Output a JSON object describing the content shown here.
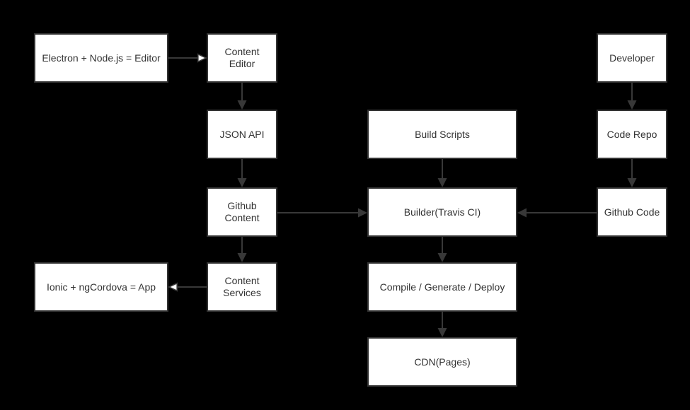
{
  "diagram": {
    "colors": {
      "background": "#000000",
      "node_fill": "#ffffff",
      "node_border": "#333333",
      "node_text": "#333333",
      "edge": "#383838"
    },
    "nodes": {
      "electron_editor": {
        "label": "Electron + Node.js = Editor"
      },
      "content_editor": {
        "label": "Content Editor"
      },
      "json_api": {
        "label": "JSON API"
      },
      "github_content": {
        "label": "Github Content"
      },
      "content_services": {
        "label": "Content Services"
      },
      "ionic_app": {
        "label": "Ionic + ngCordova = App"
      },
      "build_scripts": {
        "label": "Build Scripts"
      },
      "builder": {
        "label": "Builder(Travis CI)"
      },
      "compile_generate_deploy": {
        "label": "Compile / Generate / Deploy"
      },
      "cdn_pages": {
        "label": "CDN(Pages)"
      },
      "developer": {
        "label": "Developer"
      },
      "code_repo": {
        "label": "Code Repo"
      },
      "github_code": {
        "label": "Github Code"
      }
    },
    "edges": [
      {
        "from": "electron_editor",
        "to": "content_editor",
        "head": "hollow"
      },
      {
        "from": "content_editor",
        "to": "json_api",
        "head": "solid"
      },
      {
        "from": "json_api",
        "to": "github_content",
        "head": "solid"
      },
      {
        "from": "github_content",
        "to": "content_services",
        "head": "solid"
      },
      {
        "from": "content_services",
        "to": "ionic_app",
        "head": "hollow"
      },
      {
        "from": "github_content",
        "to": "builder",
        "head": "solid"
      },
      {
        "from": "build_scripts",
        "to": "builder",
        "head": "solid"
      },
      {
        "from": "developer",
        "to": "code_repo",
        "head": "solid"
      },
      {
        "from": "code_repo",
        "to": "github_code",
        "head": "solid"
      },
      {
        "from": "github_code",
        "to": "builder",
        "head": "solid"
      },
      {
        "from": "builder",
        "to": "compile_generate_deploy",
        "head": "solid"
      },
      {
        "from": "compile_generate_deploy",
        "to": "cdn_pages",
        "head": "solid"
      }
    ]
  }
}
